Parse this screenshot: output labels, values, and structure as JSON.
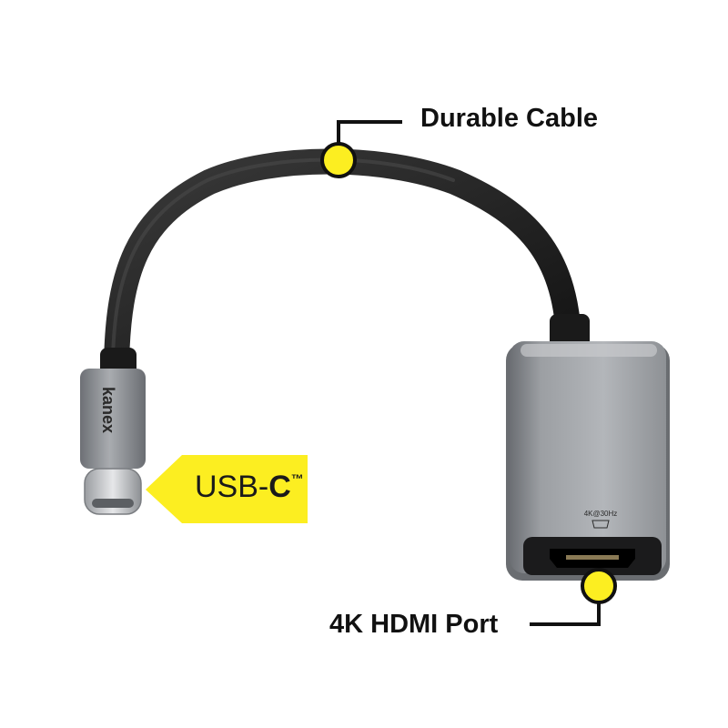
{
  "callouts": {
    "cable": "Durable Cable",
    "port": "4K HDMI Port"
  },
  "usb_tag": {
    "prefix": "USB-",
    "letter": "C",
    "trademark": "™"
  },
  "product": {
    "brand": "kanex",
    "port_marking": "4K@30Hz"
  },
  "colors": {
    "accent_yellow": "#FCEE21",
    "cable": "#1f1f1f",
    "housing": "#8f9296",
    "text": "#111111"
  }
}
